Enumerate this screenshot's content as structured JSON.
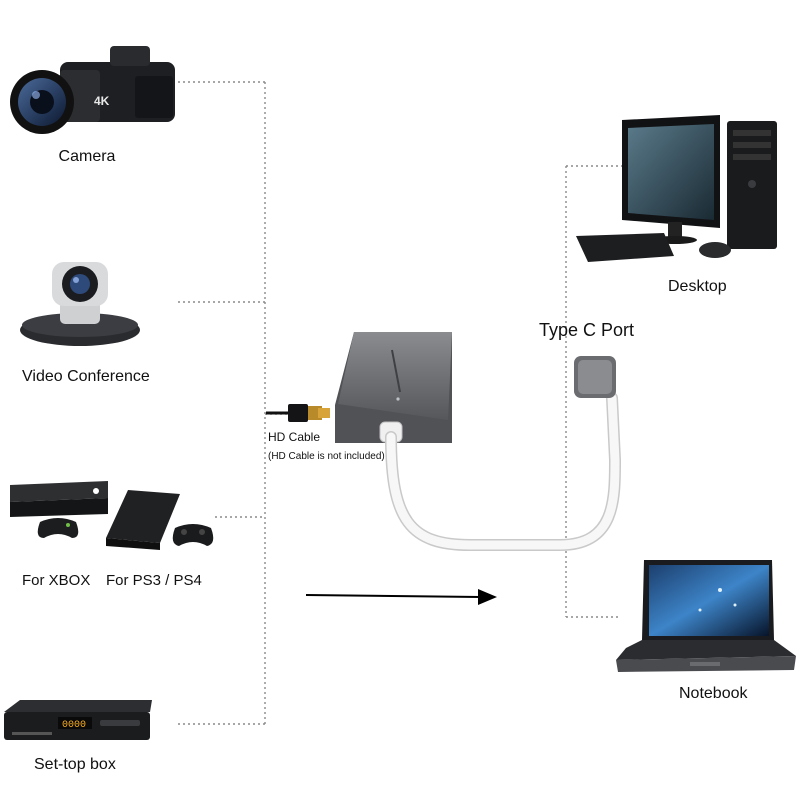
{
  "devices": {
    "camera": {
      "label": "Camera",
      "icon": "camcorder-icon",
      "badge": "4K"
    },
    "video_conference": {
      "label": "Video Conference",
      "icon": "conference-camera-icon"
    },
    "xbox": {
      "label": "For XBOX",
      "icon": "xbox-console-icon"
    },
    "ps": {
      "label": "For PS3 / PS4",
      "icon": "playstation-console-icon"
    },
    "settop": {
      "label": "Set-top box",
      "icon": "set-top-box-icon",
      "display": "0000"
    },
    "desktop": {
      "label": "Desktop",
      "icon": "desktop-computer-icon"
    },
    "notebook": {
      "label": "Notebook",
      "icon": "laptop-icon"
    }
  },
  "capture_device": {
    "icon": "capture-card-icon",
    "hd_cable_label": "HD Cable",
    "hd_cable_note": "(HD Cable is not included)",
    "type_c_label": "Type C Port"
  },
  "colors": {
    "connector_dots": "#8a8a8a",
    "device_body": "#6b6d70",
    "cable": "#f2f2f2",
    "arrow": "#000000"
  }
}
